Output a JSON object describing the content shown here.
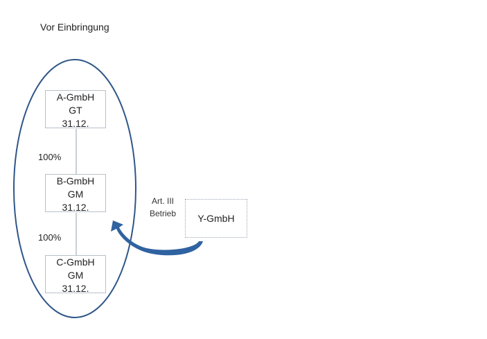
{
  "title": "Vor Einbringung",
  "entities": [
    {
      "name": "A-GmbH",
      "type": "GT",
      "date": "31.12."
    },
    {
      "name": "B-GmbH",
      "type": "GM",
      "date": "31.12."
    },
    {
      "name": "C-GmbH",
      "type": "GM",
      "date": "31.12."
    }
  ],
  "shares": [
    "100%",
    "100%"
  ],
  "external": {
    "name": "Y-GmbH"
  },
  "transfer_label": {
    "line1": "Art. III",
    "line2": "Betrieb"
  },
  "colors": {
    "ellipse": "#2f5688",
    "arrow": "#2f62a0",
    "box_border": "#b9c0c8"
  }
}
